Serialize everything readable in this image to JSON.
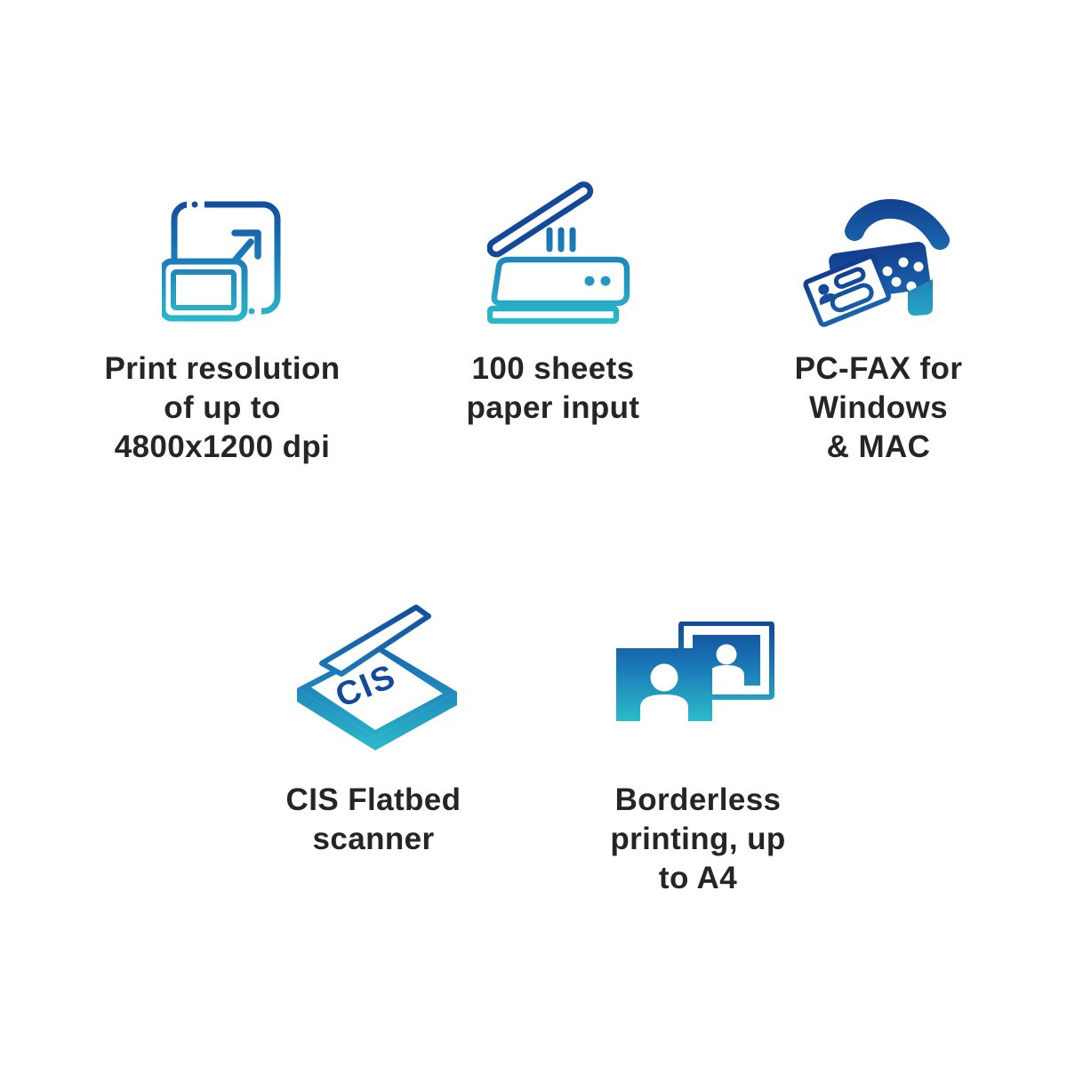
{
  "page": {
    "background": "#ffffff"
  },
  "colors": {
    "gradient_top": "#12499A",
    "gradient_mid": "#1A78B7",
    "gradient_bottom": "#2CBCCB",
    "fax_gradient_top": "#123E8F",
    "caption_text": "#252525"
  },
  "cis_label": "CIS",
  "features": [
    {
      "id": "print-resolution",
      "icon": "expand-print-area-icon",
      "caption": "Print resolution\nof up to\n4800x1200 dpi"
    },
    {
      "id": "paper-input",
      "icon": "scanner-open-lid-icon",
      "caption": "100 sheets\npaper input"
    },
    {
      "id": "pc-fax",
      "icon": "fax-machine-icon",
      "caption": "PC-FAX for\nWindows\n& MAC"
    },
    {
      "id": "cis-scanner",
      "icon": "cis-flatbed-icon",
      "caption": "CIS Flatbed\nscanner"
    },
    {
      "id": "borderless",
      "icon": "borderless-photos-icon",
      "caption": "Borderless\nprinting, up\nto A4"
    }
  ]
}
